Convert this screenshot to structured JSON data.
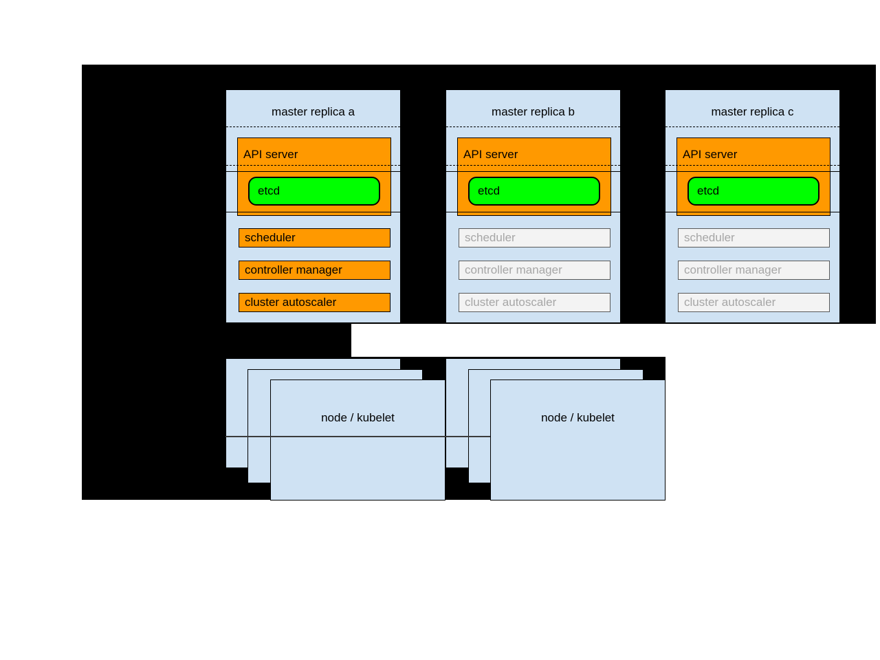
{
  "masters": [
    {
      "title": "master replica a",
      "active": true,
      "api_server": {
        "label": "API server",
        "active": true
      },
      "etcd": {
        "label": "etcd",
        "active": true
      },
      "components": [
        {
          "label": "scheduler",
          "active": true
        },
        {
          "label": "controller manager",
          "active": true
        },
        {
          "label": "cluster autoscaler",
          "active": true
        }
      ]
    },
    {
      "title": "master replica b",
      "active": false,
      "api_server": {
        "label": "API server",
        "active": true
      },
      "etcd": {
        "label": "etcd",
        "active": true
      },
      "components": [
        {
          "label": "scheduler",
          "active": false
        },
        {
          "label": "controller manager",
          "active": false
        },
        {
          "label": "cluster autoscaler",
          "active": false
        }
      ]
    },
    {
      "title": "master replica c",
      "active": false,
      "api_server": {
        "label": "API server",
        "active": true
      },
      "etcd": {
        "label": "etcd",
        "active": true
      },
      "components": [
        {
          "label": "scheduler",
          "active": false
        },
        {
          "label": "controller manager",
          "active": false
        },
        {
          "label": "cluster autoscaler",
          "active": false
        }
      ]
    }
  ],
  "node_stacks": [
    {
      "label": "node / kubelet",
      "stacked_boxes": 3
    },
    {
      "label": "node / kubelet",
      "stacked_boxes": 3
    }
  ],
  "colors": {
    "background_panel": "#000000",
    "page_background": "#ffffff",
    "box_fill_blue": "#cfe2f3",
    "active_fill_orange": "#ff9900",
    "etcd_fill_green": "#00ff00",
    "inactive_fill": "#f3f3f3",
    "inactive_border": "#595959",
    "inactive_text": "#a6a6a6"
  }
}
